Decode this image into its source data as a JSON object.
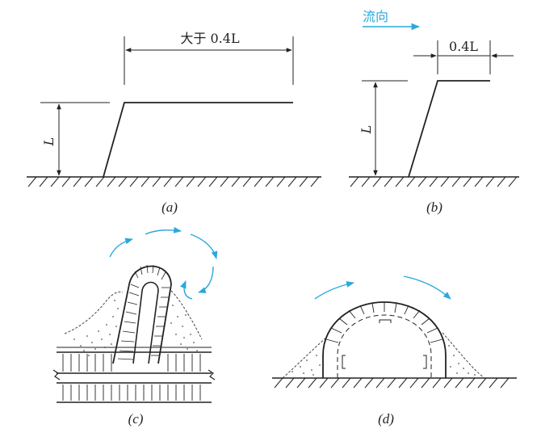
{
  "panel_a": {
    "caption": "(a)",
    "width_label": "大于 0.4L",
    "height_label": "L"
  },
  "panel_b": {
    "caption": "(b)",
    "flow_label": "流向",
    "width_label": "0.4L",
    "height_label": "L"
  },
  "panel_c": {
    "caption": "(c)"
  },
  "panel_d": {
    "caption": "(d)"
  },
  "colors": {
    "line": "#222222",
    "flow": "#2aa8dc",
    "sand": "#555555"
  }
}
